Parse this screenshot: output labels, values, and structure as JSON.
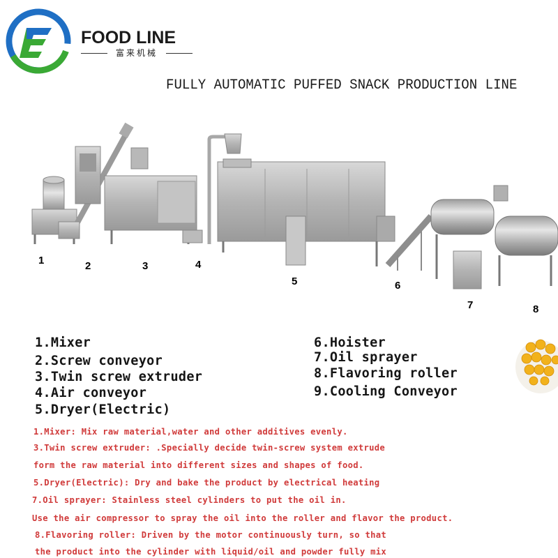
{
  "brand": {
    "name": "FOOD LINE",
    "subtitle": "富来机械"
  },
  "headline": "FULLY AUTOMATIC PUFFED SNACK PRODUCTION LINE",
  "machine_numbers": [
    "1",
    "2",
    "3",
    "4",
    "5",
    "6",
    "7",
    "8"
  ],
  "legend": {
    "left": [
      "1.Mixer",
      "2.Screw conveyor",
      "3.Twin screw extruder",
      "4.Air conveyor",
      "5.Dryer(Electric)"
    ],
    "right": [
      "6.Hoister",
      "7.Oil sprayer",
      "8.Flavoring roller",
      "9.Cooling Conveyor"
    ]
  },
  "descriptions": [
    "1.Mixer: Mix raw material,water and other additives evenly.",
    "3.Twin screw extruder: .Specially decide twin-screw system extrude",
    "form the raw material into different sizes and shapes of food.",
    "5.Dryer(Electric): Dry and bake the  product by electrical heating",
    "7.Oil sprayer: Stainless steel cylinders to put the oil in.",
    "Use the air compressor to spray the oil into the roller and flavor the product.",
    "8.Flavoring roller: Driven by the motor continuously turn, so that",
    "the product into the cylinder with liquid/oil and powder fully mix"
  ],
  "colors": {
    "logo_blue": "#1f6fc4",
    "logo_green": "#3aa935",
    "number_red": "#c0272d",
    "description_red": "#d03a3a",
    "machine_steel": "#b9b9b9",
    "snack_yellow": "#f2b21c"
  }
}
